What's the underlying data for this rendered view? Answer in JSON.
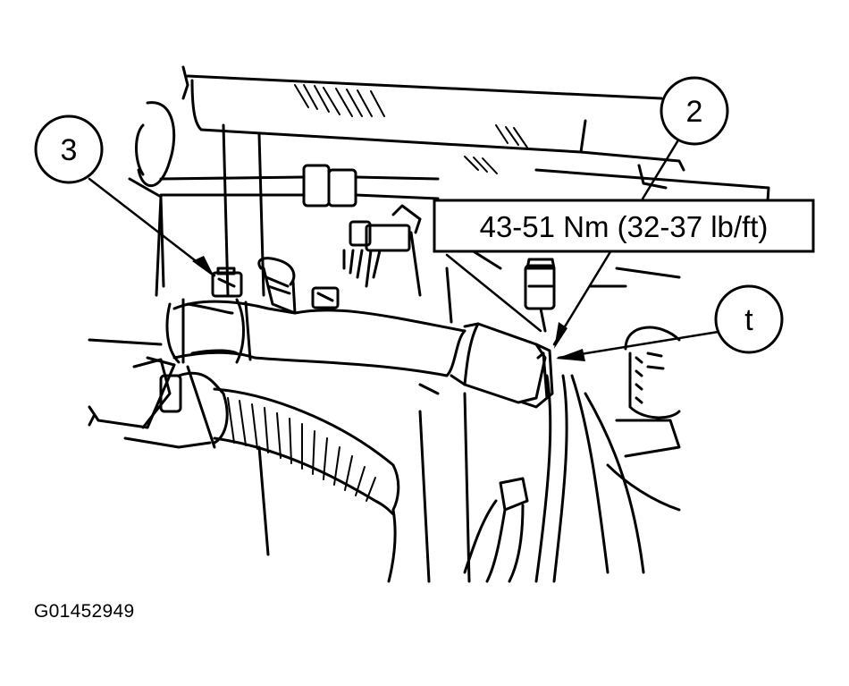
{
  "callouts": [
    {
      "label": "3"
    },
    {
      "label": "2"
    },
    {
      "label": "t"
    }
  ],
  "torque_spec": "43-51 Nm (32-37 lb/ft)",
  "figure_id": "G01452949"
}
